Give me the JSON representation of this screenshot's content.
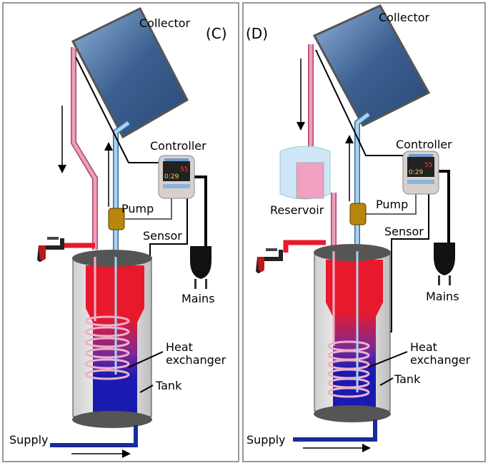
{
  "panels": [
    {
      "id": "C",
      "tag": "(C)",
      "labels": {
        "collector": "Collector",
        "controller": "Controller",
        "pump": "Pump",
        "sensor": "Sensor",
        "mains": "Mains",
        "heat_exchanger_1": "Heat",
        "heat_exchanger_2": "exchanger",
        "tank": "Tank",
        "supply": "Supply"
      }
    },
    {
      "id": "D",
      "tag": "(D)",
      "labels": {
        "collector": "Collector",
        "controller": "Controller",
        "reservoir": "Reservoir",
        "pump": "Pump",
        "sensor": "Sensor",
        "mains": "Mains",
        "heat_exchanger_1": "Heat",
        "heat_exchanger_2": "exchanger",
        "tank": "Tank",
        "supply": "Supply"
      }
    }
  ],
  "controller_display": {
    "temp": "55",
    "time": "0:29"
  },
  "colors": {
    "hot": "#e8192c",
    "cold": "#1a1aa8",
    "pink_pipe": "#e9a0b8",
    "blue_pipe": "#a8d4f0",
    "supply_pipe": "#1a2a9a",
    "collector": "#3b5f8f"
  }
}
